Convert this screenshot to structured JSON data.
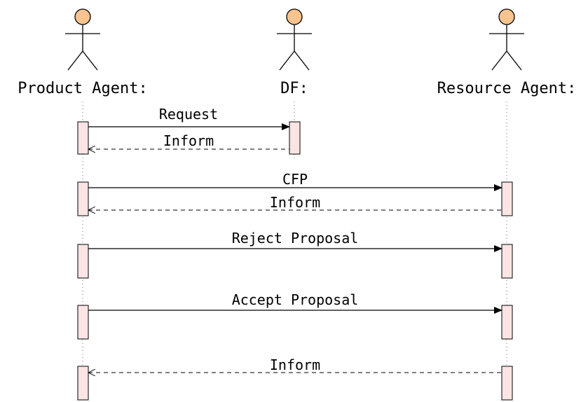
{
  "actors": [
    {
      "name": "Product Agent:"
    },
    {
      "name": "DF:"
    },
    {
      "name": "Resource Agent:"
    }
  ],
  "messages": [
    {
      "label": "Request",
      "style": "solid"
    },
    {
      "label": "Inform",
      "style": "dashed"
    },
    {
      "label": "CFP",
      "style": "solid"
    },
    {
      "label": "Inform",
      "style": "dashed"
    },
    {
      "label": "Reject Proposal",
      "style": "solid"
    },
    {
      "label": "Accept Proposal",
      "style": "solid"
    },
    {
      "label": "Inform",
      "style": "dashed"
    }
  ],
  "colors": {
    "actor_head": "#f7c38e",
    "activation_fill": "#fde4e4",
    "line": "#000000"
  }
}
